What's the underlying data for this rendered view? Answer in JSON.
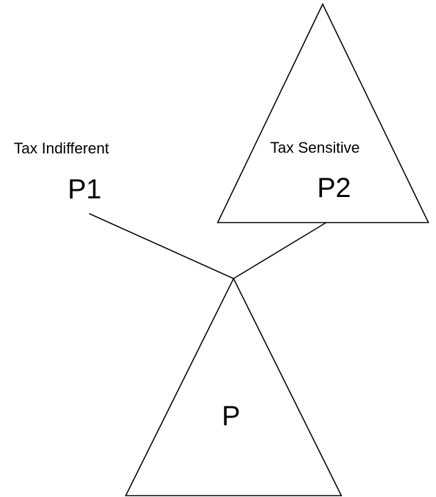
{
  "nodes": {
    "p1": {
      "label": "P1",
      "caption": "Tax Indifferent"
    },
    "p2": {
      "label": "P2",
      "caption": "Tax Sensitive"
    },
    "p": {
      "label": "P"
    }
  }
}
